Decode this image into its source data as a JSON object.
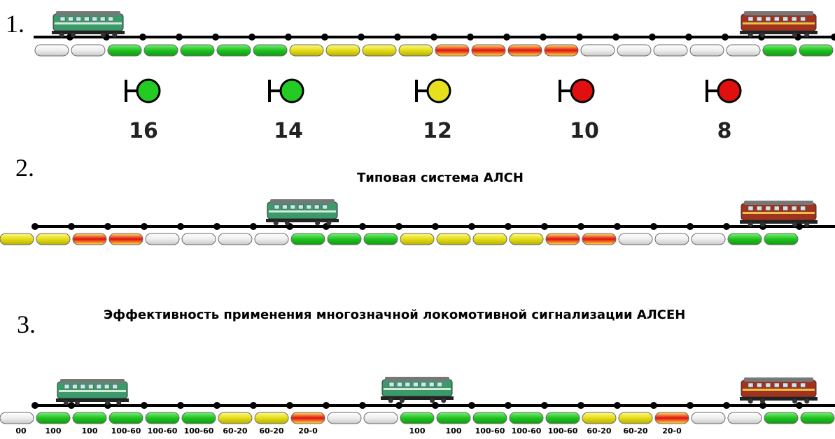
{
  "sections": [
    {
      "number": "1.",
      "title": "",
      "track_colors": [
        "white",
        "white",
        "green",
        "green",
        "green",
        "green",
        "green",
        "yellow",
        "yellow",
        "yellow",
        "yellow",
        "red",
        "red",
        "red",
        "red",
        "white",
        "white",
        "white",
        "white",
        "white",
        "green",
        "green"
      ],
      "locomotives": [
        {
          "kind": "diesel-green",
          "label": "green diesel locomotive"
        },
        {
          "kind": "electric-red",
          "label": "red electric locomotive"
        }
      ]
    },
    {
      "number": "2.",
      "title": "Типовая система АЛСН",
      "track_colors": [
        "yellow",
        "yellow",
        "red",
        "red",
        "white",
        "white",
        "white",
        "white",
        "green",
        "green",
        "green",
        "yellow",
        "yellow",
        "yellow",
        "yellow",
        "red",
        "red",
        "white",
        "white",
        "white",
        "green",
        "green"
      ],
      "locomotives": [
        {
          "kind": "diesel-green",
          "label": "green diesel locomotive"
        },
        {
          "kind": "electric-red",
          "label": "red electric locomotive"
        }
      ]
    },
    {
      "number": "3.",
      "title": "Эффективность применения многозначной локомотивной сигнализации АЛСЕН",
      "track_colors": [
        "white",
        "green",
        "green",
        "green",
        "green",
        "green",
        "yellow",
        "yellow",
        "red",
        "white",
        "white",
        "green",
        "green",
        "green",
        "green",
        "green",
        "yellow",
        "yellow",
        "red",
        "white",
        "white",
        "green",
        "green"
      ],
      "locomotives": [
        {
          "kind": "diesel-green",
          "label": "green diesel locomotive"
        },
        {
          "kind": "diesel-green",
          "label": "green diesel locomotive"
        },
        {
          "kind": "electric-red",
          "label": "red electric locomotive"
        }
      ],
      "speed_labels": [
        "00",
        "100",
        "100",
        "100-60",
        "100-60",
        "100-60",
        "60-20",
        "60-20",
        "20-0",
        "",
        "",
        "100",
        "100",
        "100-60",
        "100-60",
        "100-60",
        "60-20",
        "60-20",
        "20-0"
      ]
    }
  ],
  "signals": [
    {
      "number": "16",
      "aspect": "green"
    },
    {
      "number": "14",
      "aspect": "green"
    },
    {
      "number": "12",
      "aspect": "yellow"
    },
    {
      "number": "10",
      "aspect": "red"
    },
    {
      "number": "8",
      "aspect": "red"
    }
  ],
  "colors": {
    "green": "#22cc22",
    "yellow": "#e6e01e",
    "red": "#e01010",
    "white": "#f2f2f2",
    "rail": "#000000",
    "loco_green": "#3a9a6a",
    "loco_red": "#a0321e"
  }
}
